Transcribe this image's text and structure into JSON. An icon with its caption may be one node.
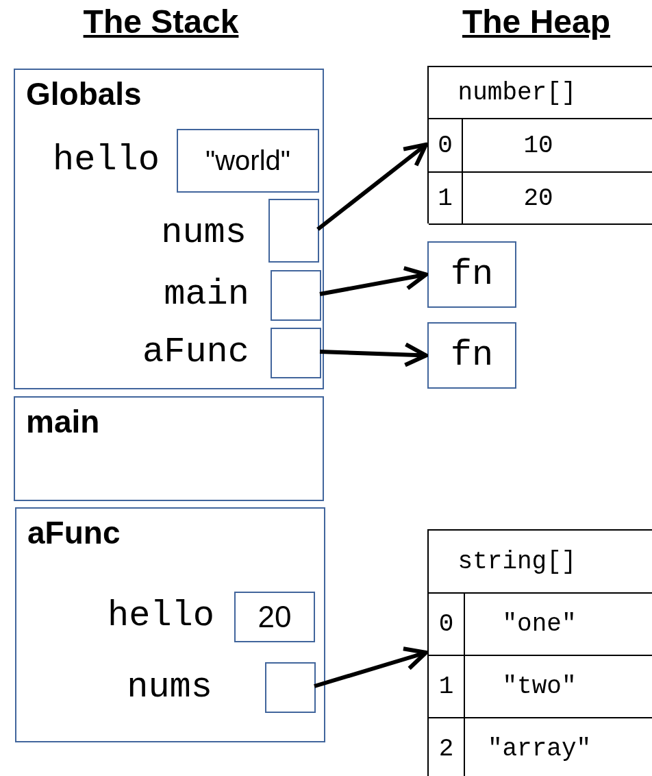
{
  "diagram": {
    "nodes": [
      {
        "text": [
          "Globals"
        ]
      },
      {
        "text": [
          "\"world\""
        ],
        "in": 0,
        "beside": [
          "hello"
        ]
      },
      {
        "text": [],
        "shape": "box",
        "in": 0,
        "beside": [
          "nums"
        ]
      },
      {
        "text": [],
        "shape": "box",
        "in": 0,
        "beside": [
          "main"
        ]
      },
      {
        "text": [],
        "shape": "box",
        "in": 0,
        "beside": [
          "aFunc"
        ]
      },
      {
        "text": [
          "main"
        ]
      },
      {
        "text": [
          "aFunc"
        ]
      },
      {
        "text": [
          "20"
        ],
        "in": 6,
        "beside": [
          "hello"
        ]
      },
      {
        "text": [],
        "shape": "box",
        "in": 6,
        "beside": [
          "nums"
        ]
      },
      {
        "text": [
          "number[]"
        ]
      },
      {
        "text": [
          "0",
          "10"
        ],
        "in": 9
      },
      {
        "text": [
          "1",
          "20"
        ],
        "in": 9
      },
      {
        "text": [
          "fn"
        ]
      },
      {
        "text": [
          "fn"
        ]
      },
      {
        "text": [
          "string[]"
        ]
      },
      {
        "text": [
          "0",
          "\"one\""
        ],
        "in": 14
      },
      {
        "text": [
          "1",
          "\"two\""
        ],
        "in": 14
      },
      {
        "text": [
          "2",
          "\"array\""
        ],
        "in": 14
      }
    ],
    "edges": [
      {
        "from": 2,
        "to": 10,
        "arrow": "to"
      },
      {
        "from": 3,
        "to": 12,
        "arrow": "to"
      },
      {
        "from": 4,
        "to": 13,
        "arrow": "to"
      },
      {
        "from": 8,
        "to": 14,
        "arrow": "to"
      }
    ],
    "labels": [
      "The Stack",
      "The Heap"
    ]
  }
}
